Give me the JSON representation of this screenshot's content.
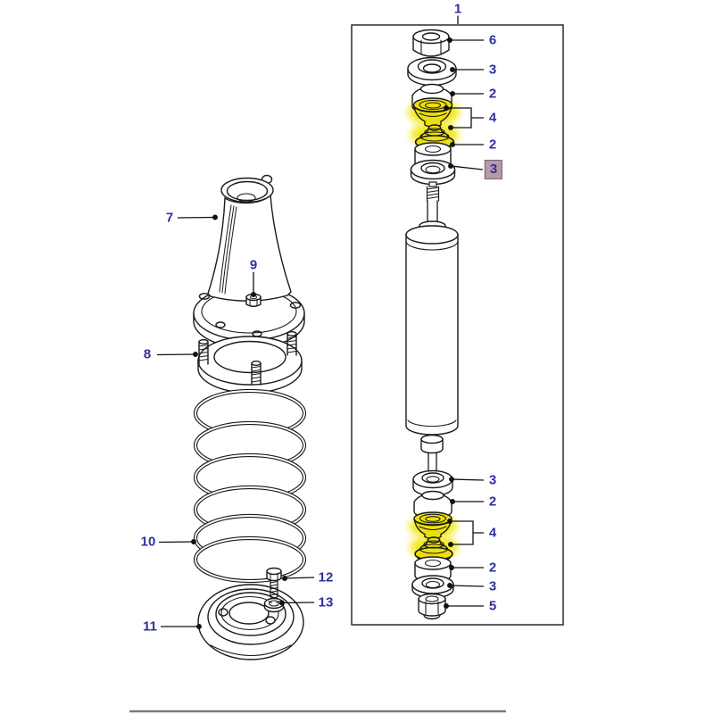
{
  "figure": {
    "kind": "exploded-parts-diagram",
    "subject": "shock-absorber-and-road-spring-assembly"
  },
  "colors": {
    "callout_text": "#2f2fa0",
    "line_art": "#1a1a1a",
    "highlight_glow": "#ece00a",
    "selected_callout_bg": "#b59ba4",
    "selected_callout_border": "#7a5f83",
    "baseline_rule": "#7a7a7a"
  },
  "callouts": [
    {
      "part": "shock-absorber-assembly",
      "label": "1",
      "highlighted": false
    },
    {
      "part": "top-locknut",
      "label": "6",
      "highlighted": false
    },
    {
      "part": "upper-washer-1",
      "label": "3",
      "highlighted": false
    },
    {
      "part": "upper-bush-1",
      "label": "2",
      "highlighted": false
    },
    {
      "part": "upper-cup-set",
      "label": "4",
      "highlighted": false
    },
    {
      "part": "upper-bush-2",
      "label": "2",
      "highlighted": false
    },
    {
      "part": "upper-washer-2",
      "label": "3",
      "highlighted": true
    },
    {
      "part": "lower-washer-1",
      "label": "3",
      "highlighted": false
    },
    {
      "part": "lower-bush-1",
      "label": "2",
      "highlighted": false
    },
    {
      "part": "lower-cup-set",
      "label": "4",
      "highlighted": false
    },
    {
      "part": "lower-bush-2",
      "label": "2",
      "highlighted": false
    },
    {
      "part": "lower-washer-2",
      "label": "3",
      "highlighted": false
    },
    {
      "part": "bottom-nut",
      "label": "5",
      "highlighted": false
    },
    {
      "part": "spring-tower",
      "label": "7",
      "highlighted": false
    },
    {
      "part": "tower-nut",
      "label": "9",
      "highlighted": false
    },
    {
      "part": "spring-seat",
      "label": "8",
      "highlighted": false
    },
    {
      "part": "road-spring",
      "label": "10",
      "highlighted": false
    },
    {
      "part": "retainer-bolt",
      "label": "12",
      "highlighted": false
    },
    {
      "part": "retainer-nut",
      "label": "13",
      "highlighted": false
    },
    {
      "part": "spring-retainer-plate",
      "label": "11",
      "highlighted": false
    }
  ]
}
